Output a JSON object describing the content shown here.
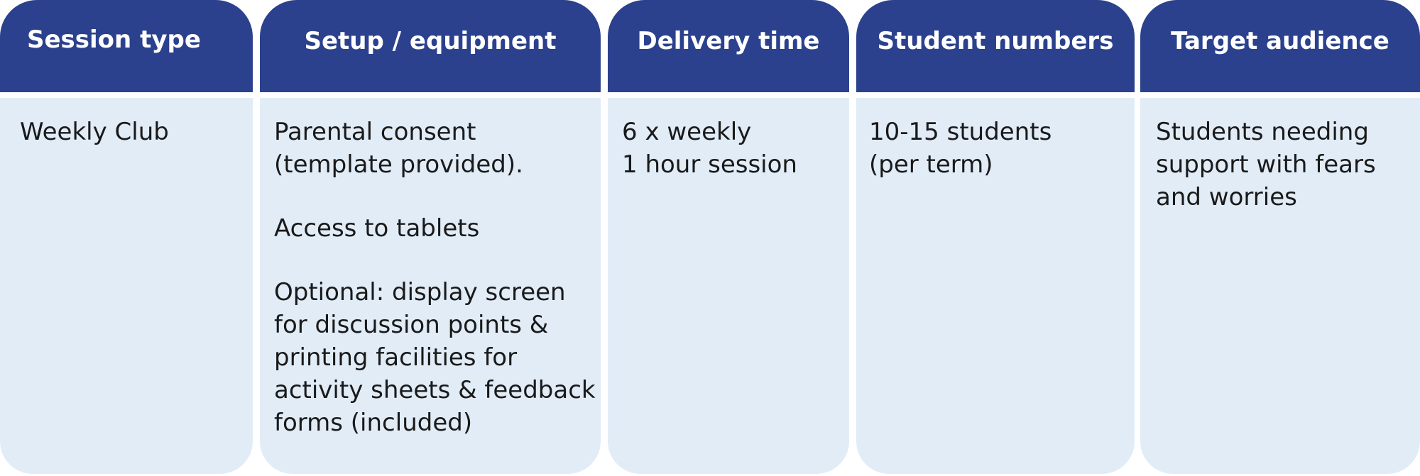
{
  "table": {
    "columns": [
      {
        "header": "Session type",
        "paragraphs": [
          [
            "Weekly Club"
          ]
        ]
      },
      {
        "header": "Setup / equipment",
        "paragraphs": [
          [
            "Parental consent",
            "(template provided)."
          ],
          [
            "Access to tablets"
          ],
          [
            "Optional: display screen",
            "for discussion points &",
            "printing facilities for",
            "activity sheets & feedback",
            "forms (included)"
          ]
        ]
      },
      {
        "header": "Delivery time",
        "paragraphs": [
          [
            "6 x weekly",
            "1 hour session"
          ]
        ]
      },
      {
        "header": "Student numbers",
        "paragraphs": [
          [
            "10-15 students",
            "(per term)"
          ]
        ]
      },
      {
        "header": "Target audience",
        "paragraphs": [
          [
            "Students needing",
            "support with fears",
            "and worries"
          ]
        ]
      }
    ]
  },
  "colors": {
    "header_bg": "#2b418e",
    "cell_bg": "#e1ecf7",
    "header_text": "#ffffff",
    "cell_text": "#1a1a1a"
  }
}
